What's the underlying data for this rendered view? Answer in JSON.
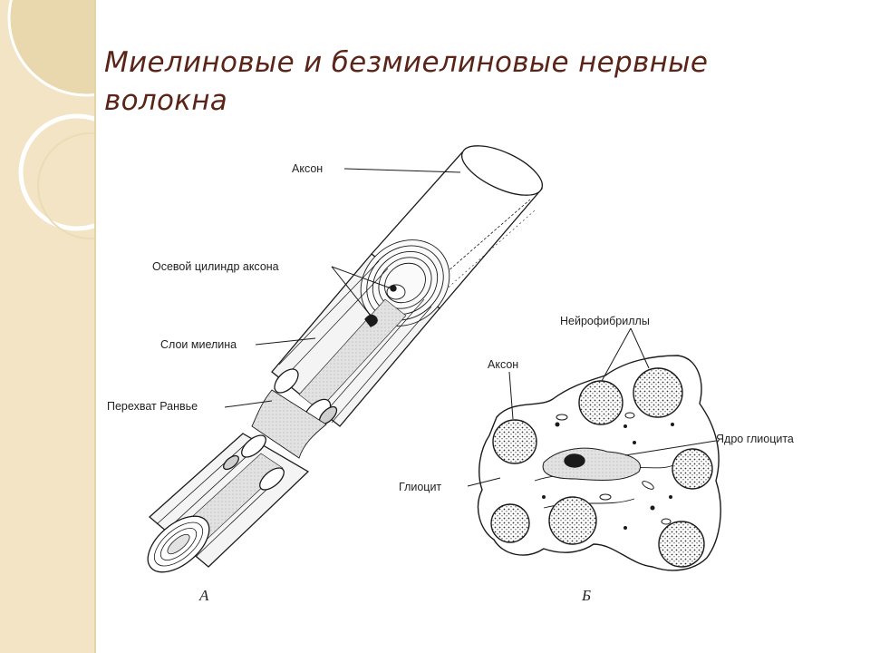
{
  "slide": {
    "title": "Миелиновые и безмиелиновые нервные волокна"
  },
  "figure_a": {
    "panel_label": "А",
    "labels": {
      "axon": "Аксон",
      "axial_cylinder": "Осевой цилиндр аксона",
      "myelin_layers": "Слои миелина",
      "ranvier_node": "Перехват Ранвье"
    }
  },
  "figure_b": {
    "panel_label": "Б",
    "labels": {
      "neurofibrils": "Нейрофибриллы",
      "axon": "Аксон",
      "glial_nucleus": "Ядро глиоцита",
      "gliocyte": "Глиоцит"
    }
  },
  "colors": {
    "title": "#5a2418",
    "side_strip": "#f2e4c4"
  }
}
